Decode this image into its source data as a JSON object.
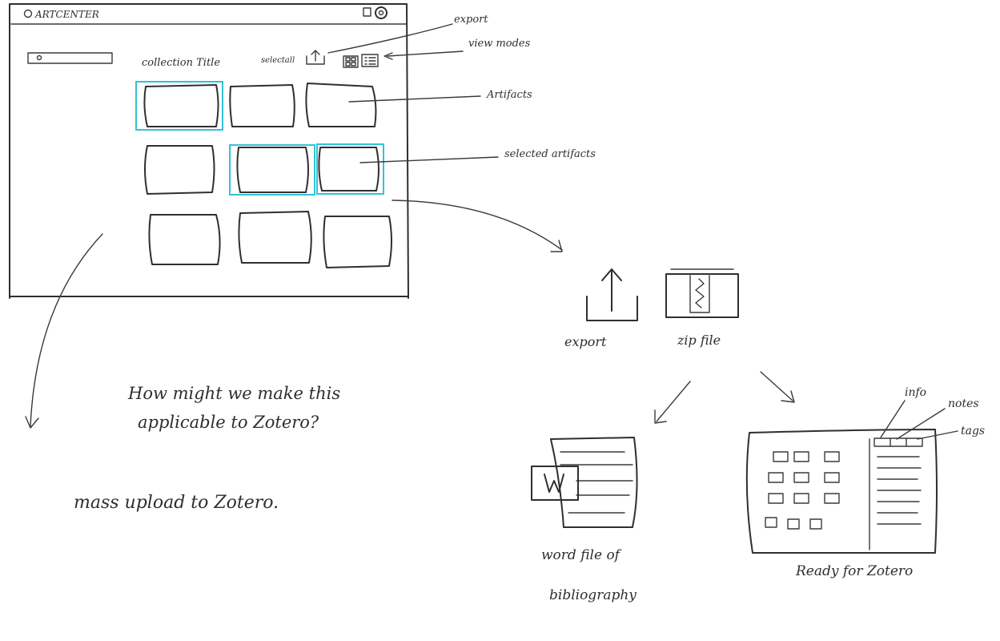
{
  "wireframe": {
    "brand": "ARTCENTER",
    "collection_title": "collection Title",
    "select_all": "selectall"
  },
  "annotations": {
    "export": "export",
    "view_modes": "view modes",
    "artifacts": "Artifacts",
    "selected_artifacts": "selected artifacts"
  },
  "flow": {
    "export_label": "export",
    "zip_label": "zip file",
    "word_label_line1": "word file of",
    "word_label_line2": "bibliography",
    "zotero_label": "Ready for Zotero",
    "info": "info",
    "notes": "notes",
    "tags": "tags"
  },
  "notes": {
    "question_line1": "How might we make this",
    "question_line2": "applicable to Zotero?",
    "mass_upload": "mass upload to Zotero."
  },
  "colors": {
    "ink": "#2f2f2f",
    "selection": "#2fc3d6"
  }
}
